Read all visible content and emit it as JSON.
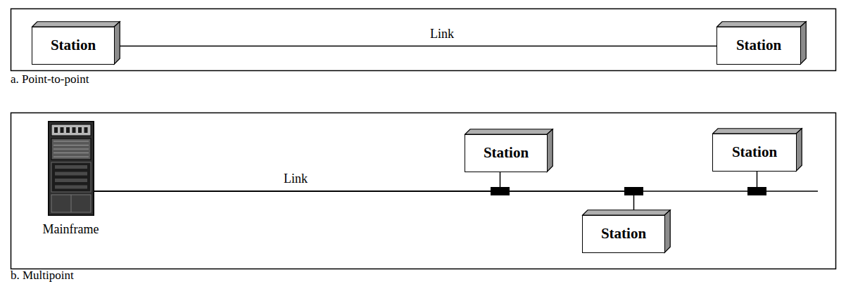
{
  "diagram": {
    "nodes": [
      {
        "text": [
          "Station"
        ]
      },
      {
        "text": [
          "Station"
        ]
      },
      {
        "text": [
          "Mainframe"
        ]
      },
      {
        "text": [
          "Station"
        ]
      },
      {
        "text": [
          "Station"
        ]
      },
      {
        "text": [
          "Station"
        ]
      }
    ],
    "edges": [
      {
        "from": 0,
        "to": 1,
        "arrow": "none",
        "label": "Link"
      },
      {
        "from": 2,
        "to": 3,
        "arrow": "none",
        "label": "Link"
      },
      {
        "from": 2,
        "to": 4,
        "arrow": "none"
      },
      {
        "from": 2,
        "to": 5,
        "arrow": "none"
      }
    ],
    "labels": [
      "a. Point-to-point",
      "b. Multipoint"
    ]
  }
}
